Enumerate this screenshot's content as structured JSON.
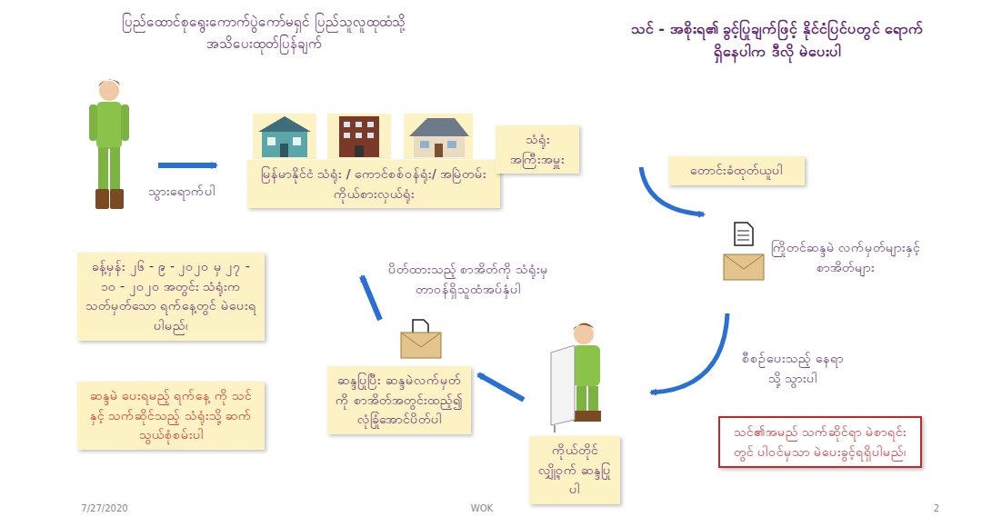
{
  "diagram": {
    "title": "ပြည်ထောင်စုရွေးကောက်ပွဲကော်မရှင် ပြည်သူလူထုထံသို့ အသိပေးထုတ်ပြန်ချက်",
    "nodes": [
      {
        "text": [
          "မြန်မာနိုင်ငံ သံရုံး / ကောင်စစ်ဝန်ရုံး/ အမြဲတမ်းကိုယ်စားလှယ်ရုံး"
        ]
      },
      {
        "text": [
          "သံရုံး အကြီးအမှူး"
        ]
      },
      {
        "text": [
          "တောင်းခံထုတ်ယူပါ"
        ]
      },
      {
        "text": [
          "ခန့်မှန်း ၂၆ - ၉ - ၂၀၂၀ မှ ၂၇ - ၁၀ - ၂၀၂၀ အတွင်း သံရုံးက သတ်မှတ်သော ရက်နေ့တွင် မဲပေးရပါမည်၊"
        ]
      },
      {
        "text": [
          "ဆန္ဒပြုပြီး ဆန္ဒမဲလက်မှတ်ကို စာအိတ်အတွင်းထည့်၍ လုံခြုံအောင်ပိတ်ပါ"
        ]
      },
      {
        "text": [
          "ဆန္ဒမဲ ပေးရမည့် ရက်နေ့ ကို သင် နှင့် သက်ဆိုင်သည့် သံရုံးသို့ ဆက်သွယ်စုံစမ်းပါ"
        ]
      },
      {
        "text": [
          "သင်၏အမည် သက်ဆိုင်ရာ မဲစာရင်းတွင် ပါဝင်မှသာ မဲပေးခွင့်ရရှိပါမည်၊"
        ]
      },
      {
        "text": [
          "ကိုယ်တိုင် လျှို့ဝှက် ဆန္ဒပြုပါ"
        ]
      }
    ],
    "labels": [
      "သင် - အစိုးရ၏ ခွင့်ပြုချက်ဖြင့် နိုင်ငံပြင်ပတွင် ရောက်ရှိနေပါက ဒီလို မဲပေးပါ",
      "သွားရောက်ပါ",
      "ကြိုတင်ဆန္ဒမဲ လက်မှတ်များနှင့် စာအိတ်များ",
      "စီစဉ်ပေးသည့် နေရာသို့ သွားပါ",
      "ပိတ်ထားသည့် စာအိတ်ကို သံရုံးမှ တာဝန်ရှိသူထံအပ်နှံပါ",
      "7/27/2020",
      "WOK",
      "2"
    ]
  }
}
